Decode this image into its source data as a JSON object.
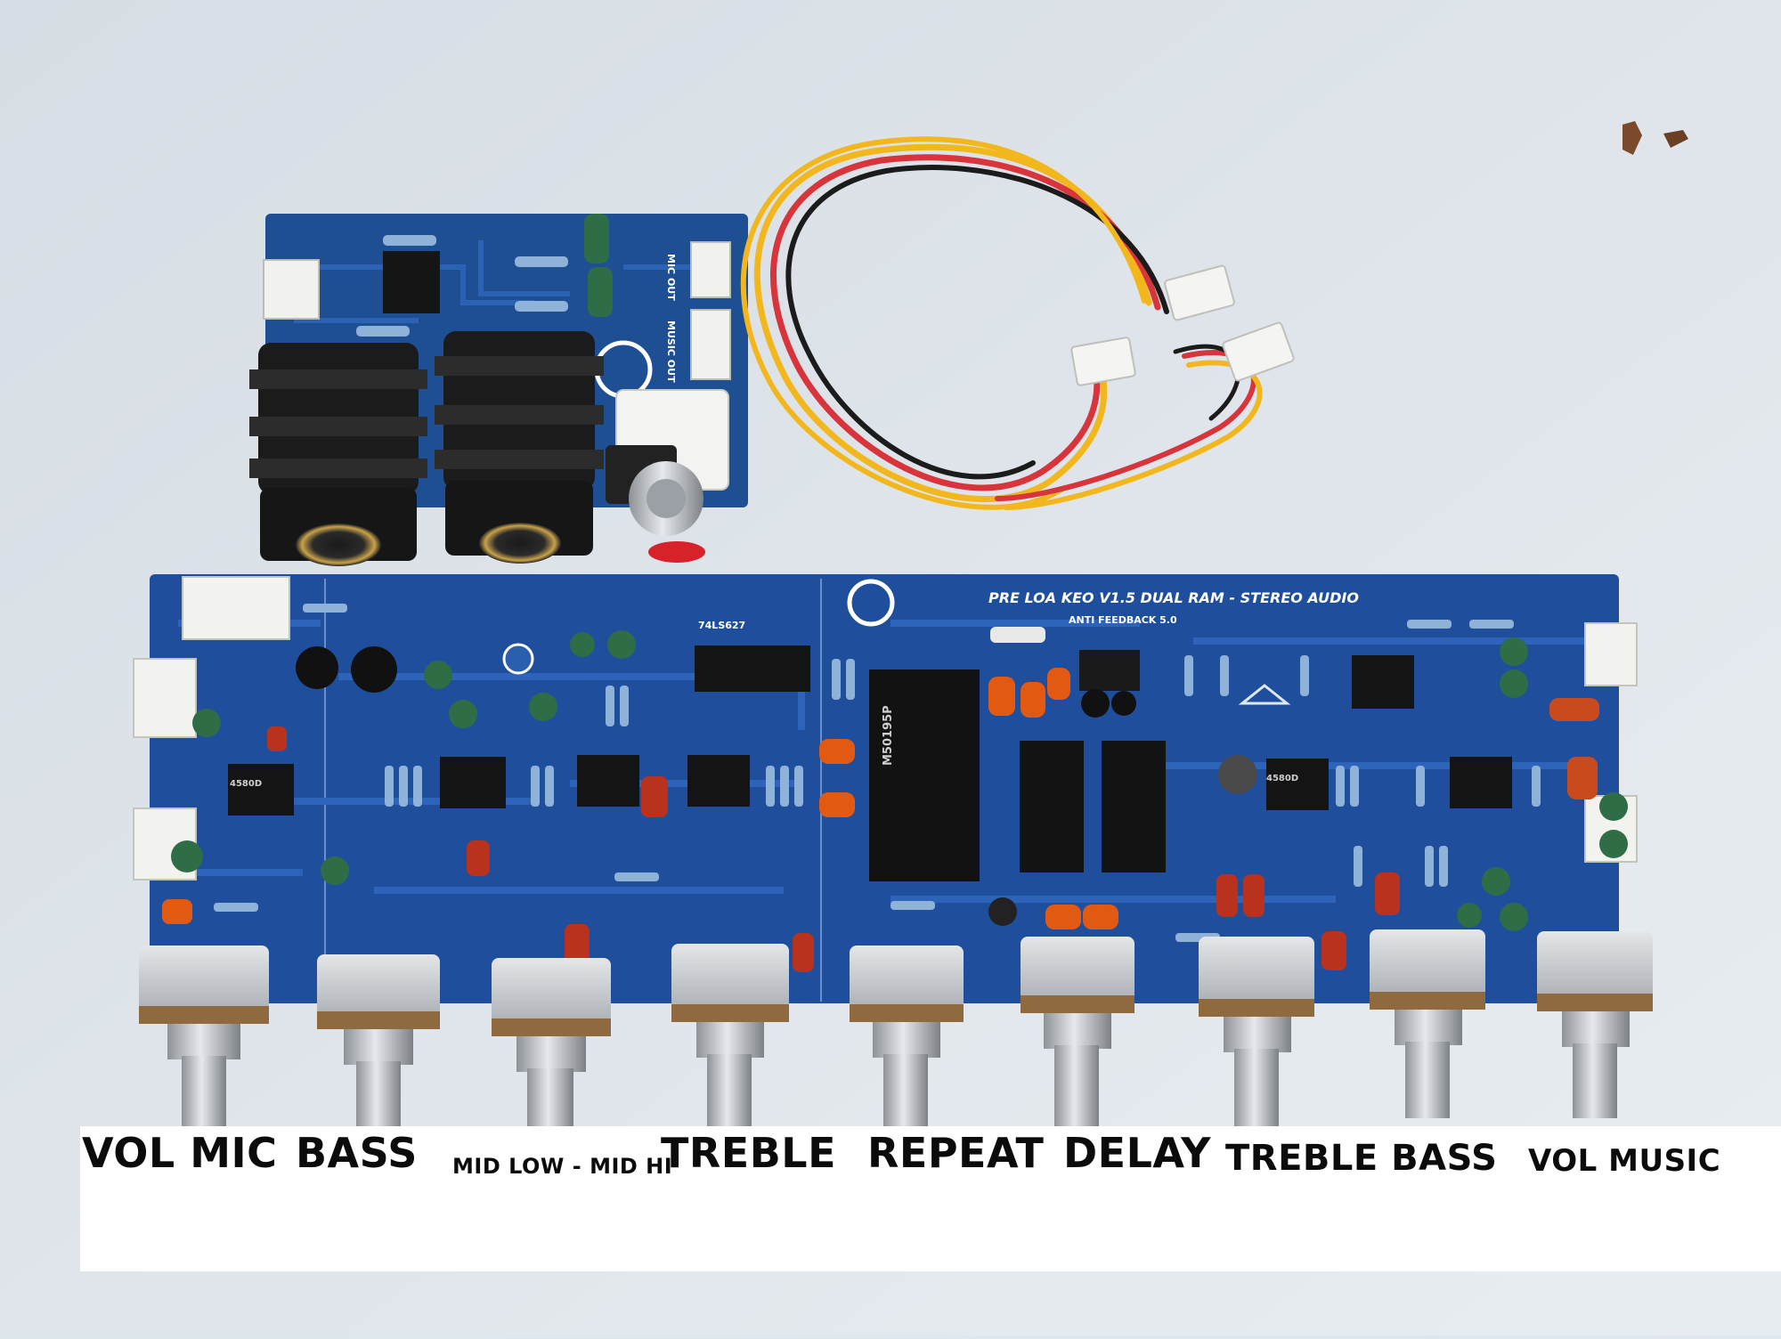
{
  "board": {
    "title": "PRE LOA KEO V1.5 DUAL RAM - STEREO AUDIO",
    "subtitle": "ANTI FEEDBACK 5.0",
    "chip_main": "M50195P",
    "chip_logic": "74LS627",
    "chip_opamp": "4580D",
    "small_board_labels": [
      "MIC OUT",
      "MUSIC OUT"
    ]
  },
  "knob_labels": [
    "VOL MIC",
    "BASS",
    "MID LOW - MID HI",
    "TREBLE",
    "REPEAT",
    "DELAY",
    "TREBLE BASS",
    "VOL MUSIC"
  ],
  "colors": {
    "background": "#dfe6ec",
    "pcb": "#1f4f9c",
    "pcb_trace": "#2d63b8",
    "silkscreen": "#ffffff",
    "wire_red": "#d8343c",
    "wire_yellow": "#f2b71c",
    "wire_black": "#1b1b1b"
  }
}
